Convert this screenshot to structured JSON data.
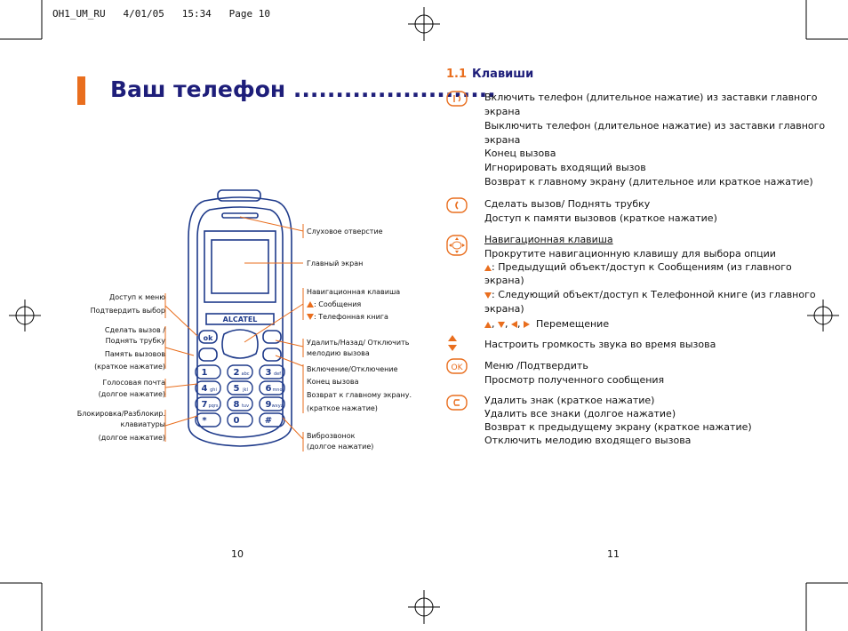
{
  "header": {
    "text": "OH1_UM_RU   4/01/05   15:34   Page 10"
  },
  "left_page": {
    "title": "Ваш телефон ........................",
    "page_number": "10",
    "phone_brand": "ALCATEL",
    "keypad": [
      "1",
      "2",
      "3",
      "4",
      "5",
      "6",
      "7",
      "8",
      "9",
      "*",
      "0",
      "#"
    ],
    "keypad_sub": [
      "",
      "abc",
      "def",
      "ghi",
      "jkl",
      "mno",
      "pqrs",
      "tuv",
      "wxyz",
      "",
      "",
      ""
    ],
    "labels_left": [
      "Доступ к меню",
      "Подтвердить выбор",
      "Сделать вызов /",
      "Поднять трубку",
      "Память вызовов",
      "(краткое нажатие)",
      "Голосовая почта",
      "(долгое нажатие)",
      "Блокировка/Разблокир.",
      "клавиатуры",
      "(долгое нажатие)"
    ],
    "labels_right": [
      "Слуховое отверстие",
      "Главный экран",
      "Навигационная клавиша",
      ": Сообщения",
      ": Телефонная книга",
      "Удалить/Назад/ Отключить",
      "мелодию вызова",
      "Включение/Отключение",
      "Конец вызова",
      "Возврат к главному экрану.",
      "(краткое нажатие)",
      "Виброзвонок",
      "(долгое нажатие)"
    ]
  },
  "right_page": {
    "section_number": "1.1",
    "section_title": "Клавиши",
    "page_number": "11",
    "lines": [
      "Включить телефон (длительное нажатие) из заставки главного",
      "экрана",
      "Выключить телефон (длительное нажатие) из заставки главного",
      "экрана",
      "Конец вызова",
      "Игнорировать входящий вызов",
      "Возврат к главному экрану (длительное или краткое нажатие)",
      "Сделать вызов/ Поднять трубку",
      "Доступ к памяти вызовов (краткое нажатие)",
      "Навигационная клавиша",
      "Прокрутите навигационную клавишу для выбора опции",
      ": Предыдущий объект/доступ к Сообщениям (из главного",
      "экрана)",
      ": Следующий объект/доступ к Телефонной книге (из главного",
      "экрана)",
      "Перемещение",
      "Настроить громкость звука во время вызова",
      "Меню /Подтвердить",
      "Просмотр полученного сообщения",
      "Удалить знак (краткое нажатие)",
      "Удалить все знаки (долгое нажатие)",
      "Возврат к предыдущему экрану (краткое нажатие)",
      "Отключить мелодию входящего вызова"
    ],
    "key_icons": {
      "ok": "OK",
      "end": "end-call-icon",
      "send": "send-call-icon",
      "nav": "navigation-key-icon",
      "clear": "C"
    }
  },
  "colors": {
    "accent": "#e96e1e",
    "title": "#1e1e7a",
    "phone_outline": "#1e3a8a"
  }
}
